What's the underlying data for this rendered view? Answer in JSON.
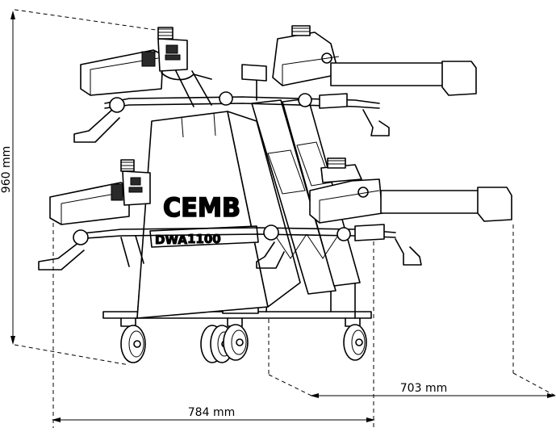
{
  "dimensions": {
    "height": "960 mm",
    "width": "784 mm",
    "depth": "703 mm"
  },
  "branding": {
    "logo": "CEMB",
    "model_prefix": "DWA",
    "model_number": "1100"
  }
}
